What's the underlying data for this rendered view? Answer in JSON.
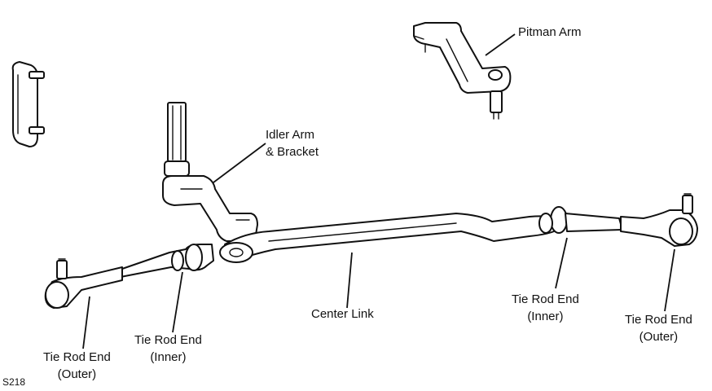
{
  "labels": {
    "pitman_arm": [
      "Pitman Arm"
    ],
    "idler_arm": [
      "Idler Arm",
      "& Bracket"
    ],
    "center_link": [
      "Center Link"
    ],
    "tie_rod_inner_left": [
      "Tie Rod End",
      "(Inner)"
    ],
    "tie_rod_outer_left": [
      "Tie Rod End",
      "(Outer)"
    ],
    "tie_rod_inner_right": [
      "Tie Rod End",
      "(Inner)"
    ],
    "tie_rod_outer_right": [
      "Tie Rod End",
      "(Outer)"
    ]
  },
  "figure_code": "S218"
}
